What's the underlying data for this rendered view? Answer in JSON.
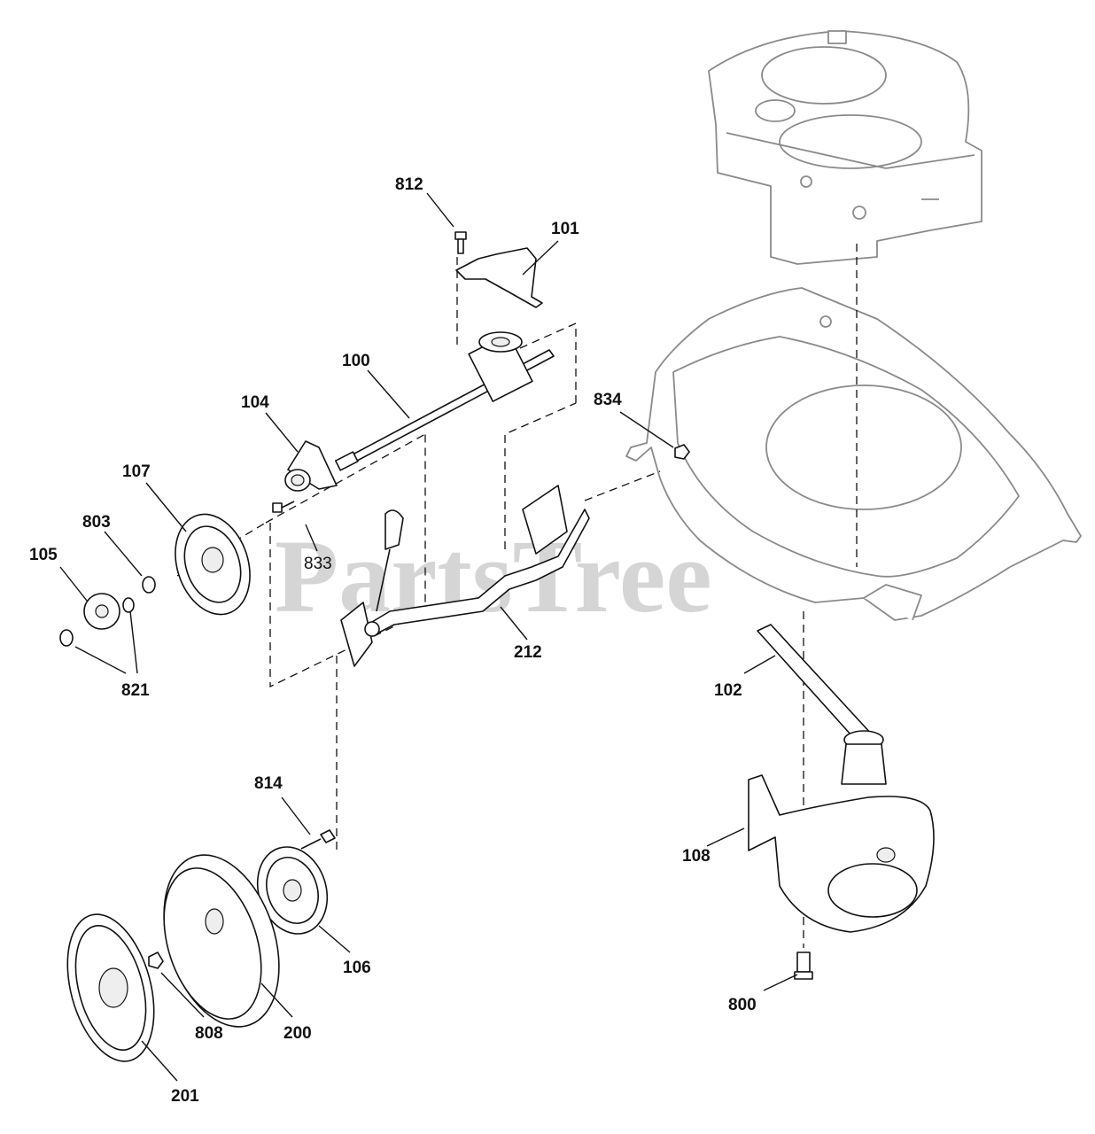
{
  "watermark": {
    "text": "PartsTree",
    "trademark": "TM"
  },
  "callouts": {
    "c812": "812",
    "c101": "101",
    "c100": "100",
    "c104": "104",
    "c834": "834",
    "c107": "107",
    "c803": "803",
    "c833": "833",
    "c105": "105",
    "c212": "212",
    "c821": "821",
    "c102": "102",
    "c814": "814",
    "c108": "108",
    "c106": "106",
    "c808": "808",
    "c200": "200",
    "c800": "800",
    "c201": "201"
  }
}
